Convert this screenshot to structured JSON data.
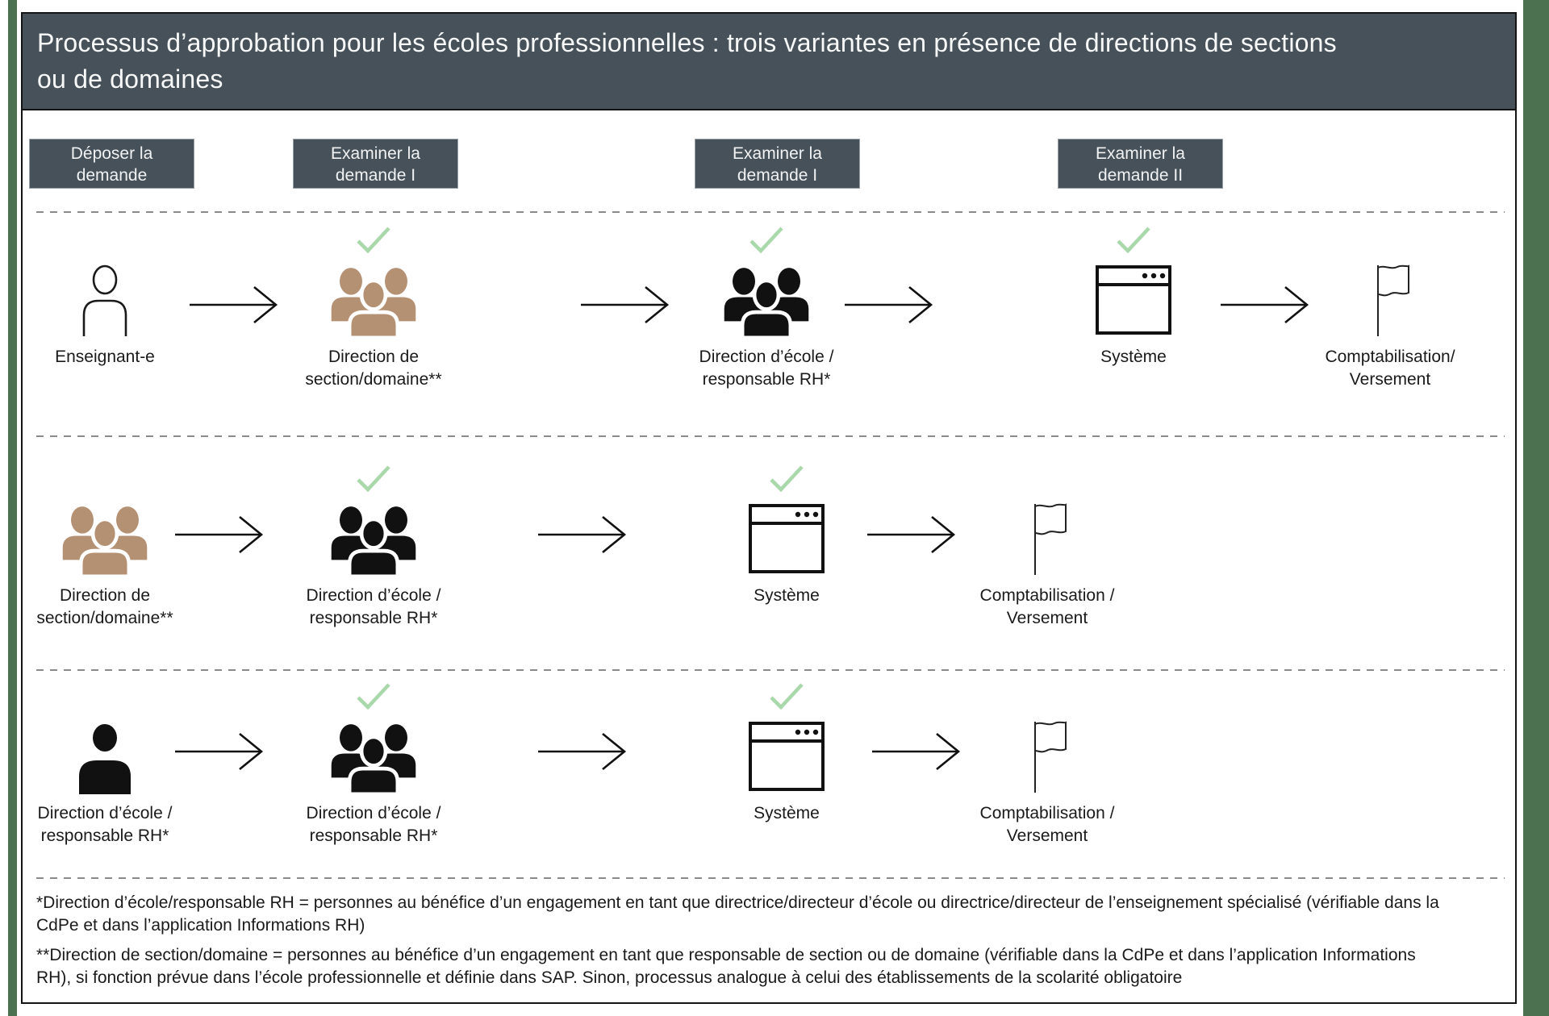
{
  "title": "Processus d’approbation pour les écoles professionnelles : trois variantes en présence de directions de sections\nou de domaines",
  "phases": [
    {
      "label": "Déposer la\ndemande"
    },
    {
      "label": "Examiner la\ndemande I"
    },
    {
      "label": "Examiner la\ndemande I"
    },
    {
      "label": "Examiner la\ndemande II"
    }
  ],
  "rows": [
    {
      "cells": [
        {
          "icon": "person-outline",
          "approved": false,
          "label": "Enseignant-e"
        },
        {
          "icon": "people-group-tan",
          "approved": true,
          "label": "Direction de\nsection/domaine**"
        },
        {
          "icon": "people-group-black",
          "approved": true,
          "label": "Direction d’école /\nresponsable RH*"
        },
        {
          "icon": "browser-window",
          "approved": true,
          "label": "Système"
        },
        {
          "icon": "flag",
          "approved": false,
          "label": "Comptabilisation/\nVersement"
        }
      ]
    },
    {
      "cells": [
        {
          "icon": "people-group-tan",
          "approved": false,
          "label": "Direction de\nsection/domaine**"
        },
        {
          "icon": "people-group-black",
          "approved": true,
          "label": "Direction d’école /\nresponsable RH*"
        },
        {
          "icon": "browser-window",
          "approved": true,
          "label": "Système"
        },
        {
          "icon": "flag",
          "approved": false,
          "label": "Comptabilisation /\nVersement"
        }
      ]
    },
    {
      "cells": [
        {
          "icon": "person-filled",
          "approved": false,
          "label": "Direction d’école /\nresponsable RH*"
        },
        {
          "icon": "people-group-black",
          "approved": true,
          "label": "Direction d’école /\nresponsable RH*"
        },
        {
          "icon": "browser-window",
          "approved": true,
          "label": "Système"
        },
        {
          "icon": "flag",
          "approved": false,
          "label": "Comptabilisation /\nVersement"
        }
      ]
    }
  ],
  "footnotes": [
    "*Direction d’école/responsable RH = personnes au bénéfice d’un engagement en tant que directrice/directeur d’école ou directrice/directeur de l’enseignement spécialisé (vérifiable dans la\nCdPe et dans l’application Informations RH)",
    "**Direction de section/domaine = personnes au bénéfice d’un engagement en tant que responsable de section ou de domaine (vérifiable dans la CdPe et dans l’application Informations\nRH), si fonction prévue dans l’école professionnelle et définie dans SAP. Sinon, processus analogue à celui des établissements de la scolarité obligatoire"
  ],
  "colors": {
    "header_bg": "#475159",
    "frame_green": "#4c7150",
    "people_tan": "#b59174",
    "people_black": "#111111",
    "check_green": "#a9d8ab"
  }
}
